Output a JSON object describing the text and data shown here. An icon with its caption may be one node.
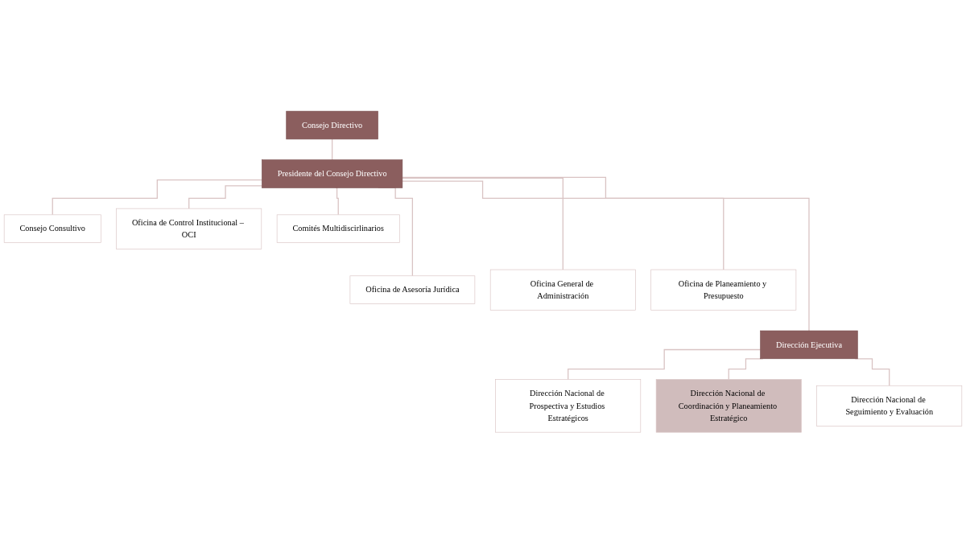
{
  "diagram": {
    "nodes": [
      {
        "text": [
          "Consejo Directivo"
        ]
      },
      {
        "text": [
          "Presidente del Consejo Directivo"
        ]
      },
      {
        "text": [
          "Consejo Consultivo"
        ]
      },
      {
        "text": [
          "Oficina de Control Institucional – OCI"
        ]
      },
      {
        "text": [
          "Comités Multidiscirlinarios"
        ]
      },
      {
        "text": [
          "Oficina de Asesoría Jurídica"
        ]
      },
      {
        "text": [
          "Oficina General de Administración"
        ]
      },
      {
        "text": [
          "Oficina de Planeamiento y Presupuesto"
        ]
      },
      {
        "text": [
          "Dirección Ejecutiva"
        ]
      },
      {
        "text": [
          "Dirección Nacional de Prospectiva y Estudios Estratégicos"
        ]
      },
      {
        "text": [
          "Dirección Nacional de Coordinación y Planeamiento Estratégico"
        ]
      },
      {
        "text": [
          "Dirección Nacional de Seguimiento y Evaluación"
        ]
      }
    ],
    "edges": [
      {
        "from": 0,
        "to": 1,
        "arrow": "none"
      },
      {
        "from": 1,
        "to": 2,
        "arrow": "none"
      },
      {
        "from": 1,
        "to": 3,
        "arrow": "none"
      },
      {
        "from": 1,
        "to": 4,
        "arrow": "none"
      },
      {
        "from": 1,
        "to": 5,
        "arrow": "none"
      },
      {
        "from": 1,
        "to": 6,
        "arrow": "none"
      },
      {
        "from": 1,
        "to": 7,
        "arrow": "none"
      },
      {
        "from": 1,
        "to": 8,
        "arrow": "none"
      },
      {
        "from": 8,
        "to": 9,
        "arrow": "none"
      },
      {
        "from": 8,
        "to": 10,
        "arrow": "none"
      },
      {
        "from": 8,
        "to": 11,
        "arrow": "none"
      }
    ]
  }
}
